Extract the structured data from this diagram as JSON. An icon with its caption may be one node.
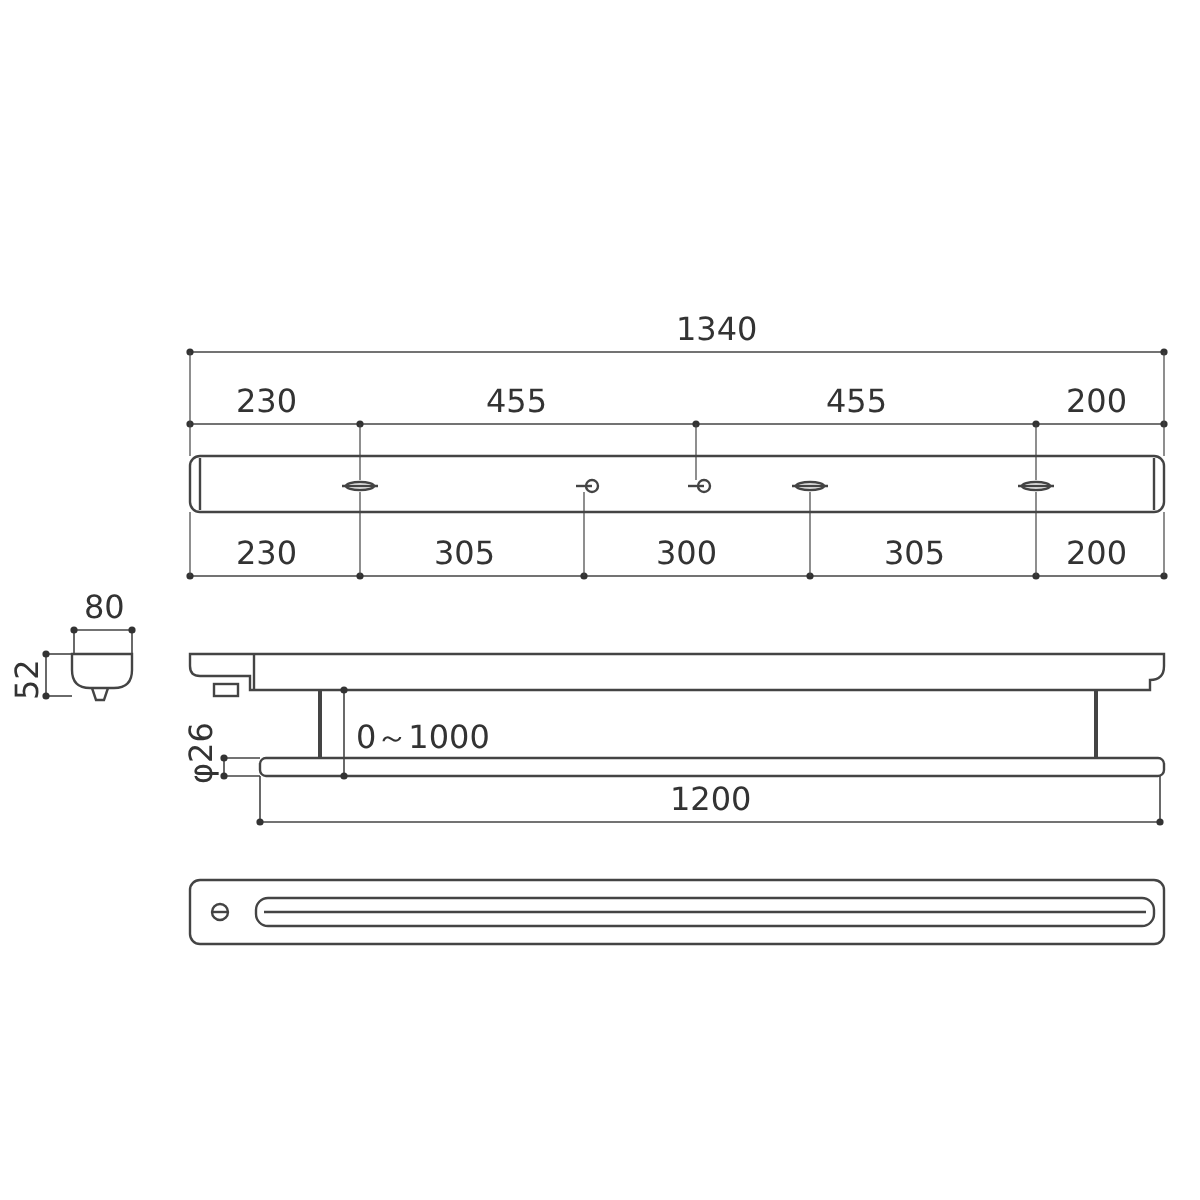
{
  "diagram": {
    "labels": [
      "1340",
      "230",
      "455",
      "455",
      "200",
      "230",
      "305",
      "300",
      "305",
      "200",
      "80",
      "52",
      "0～1000",
      "φ26",
      "1200"
    ]
  }
}
